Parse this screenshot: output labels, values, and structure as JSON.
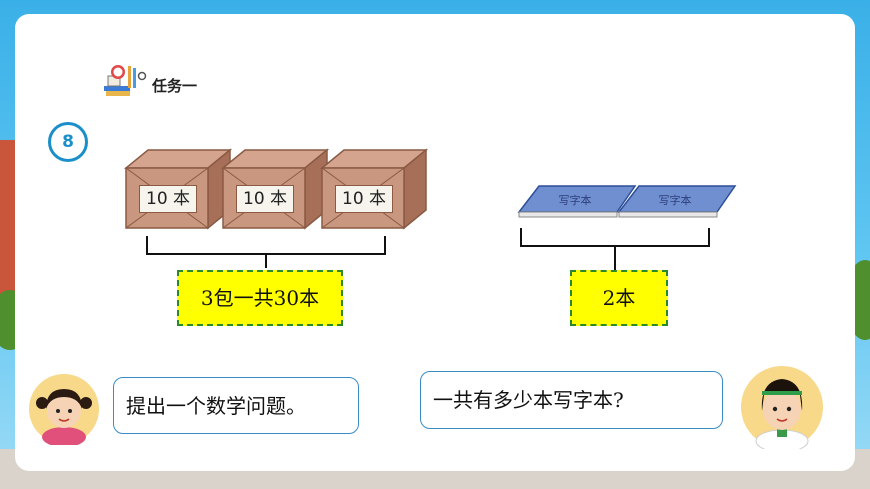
{
  "task": {
    "label": "任务一",
    "icon": "stationery-icon"
  },
  "problem_number": "8",
  "boxes": [
    {
      "label": "10 本"
    },
    {
      "label": "10 本"
    },
    {
      "label": "10 本"
    }
  ],
  "left_total": "3包一共30本",
  "right_total": "2本",
  "speech_left": "提出一个数学问题。",
  "speech_right": "一共有多少本写字本?",
  "colors": {
    "accent": "#1b8fc9",
    "tag_bg": "#ffff00",
    "tag_border": "#2a8a2a",
    "box": "#c9967f",
    "book": "#6f8fd0"
  }
}
